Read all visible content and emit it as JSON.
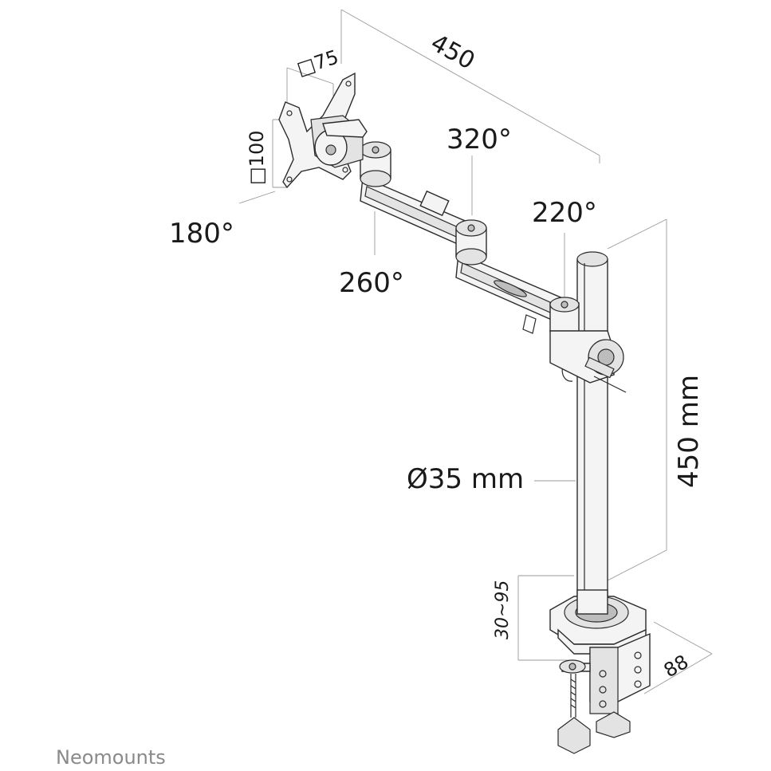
{
  "labels": {
    "arm_length": "450",
    "vesa_75": "□75",
    "vesa_100": "□100",
    "angle_320": "320°",
    "angle_220": "220°",
    "angle_180": "180°",
    "angle_260": "260°",
    "pole_diameter": "Ø35 mm",
    "pole_height": "450 mm",
    "desk_thickness": "30~95",
    "clamp_depth": "88"
  },
  "brand": "Neomounts"
}
